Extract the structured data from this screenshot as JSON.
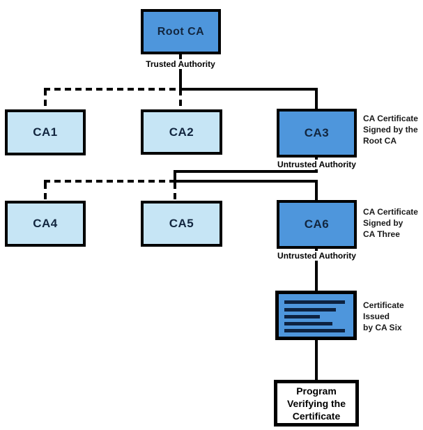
{
  "diagram": {
    "nodes": {
      "root": {
        "label": "Root CA",
        "sublabel": "Trusted Authority"
      },
      "ca1": {
        "label": "CA1"
      },
      "ca2": {
        "label": "CA2"
      },
      "ca3": {
        "label": "CA3",
        "sublabel": "Untrusted Authority",
        "note": [
          "CA Certificate",
          "Signed by the",
          "Root CA"
        ]
      },
      "ca4": {
        "label": "CA4"
      },
      "ca5": {
        "label": "CA5"
      },
      "ca6": {
        "label": "CA6",
        "sublabel": "Untrusted Authority",
        "note": [
          "CA Certificate",
          "Signed by",
          "CA Three"
        ]
      },
      "certificate": {
        "note": [
          "Certificate",
          "Issued",
          "by CA Six"
        ]
      },
      "program": {
        "lines": [
          "Program",
          "Verifying the",
          "Certificate"
        ]
      }
    },
    "colors": {
      "strong_fill": "#4E96DC",
      "light_fill": "#C6E5F5",
      "border": "#000000",
      "label_text": "#12263F",
      "connector": "#000000"
    }
  }
}
